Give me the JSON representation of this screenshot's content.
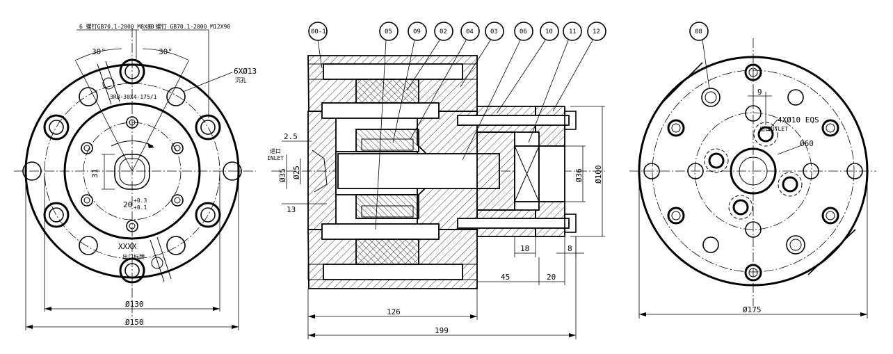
{
  "left_view": {
    "callout_m8": "6 螺钉GB70.1-2000 M8X80",
    "callout_m12": "6 螺钉 GB70.1-2000 M12X90",
    "angle_left": "30°",
    "angle_right": "30°",
    "holes": "6XØ13",
    "holes_note": "沉孔",
    "spline": "3R8-30X4-175/1",
    "dim_31": "31",
    "dim_20": "20",
    "dim_20_tol_upper": "+0.3",
    "dim_20_tol_lower": "+0.1",
    "marks": "XXXX",
    "outlet_note": "出口标牌",
    "d130": "Ø130",
    "d150": "Ø150"
  },
  "section_view": {
    "balloons": [
      "00-1",
      "05",
      "09",
      "02",
      "04",
      "03",
      "06",
      "10",
      "11",
      "12"
    ],
    "dim_2_5": "2.5",
    "inlet_cn": "进口",
    "inlet_en": "INLET",
    "d35": "Ø35",
    "d25": "Ø25",
    "dim_13": "13",
    "d36": "Ø36",
    "d100": "Ø100",
    "dim_18": "18",
    "dim_8": "8",
    "dim_45": "45",
    "dim_20": "20",
    "dim_126": "126",
    "dim_199": "199"
  },
  "right_view": {
    "balloon": "08",
    "dim_9": "9",
    "outlet_holes": "4XØ10 EQS",
    "outlet_cn": "出口",
    "outlet_en": "OUTLET",
    "d60": "Ø60",
    "d175": "Ø175"
  }
}
